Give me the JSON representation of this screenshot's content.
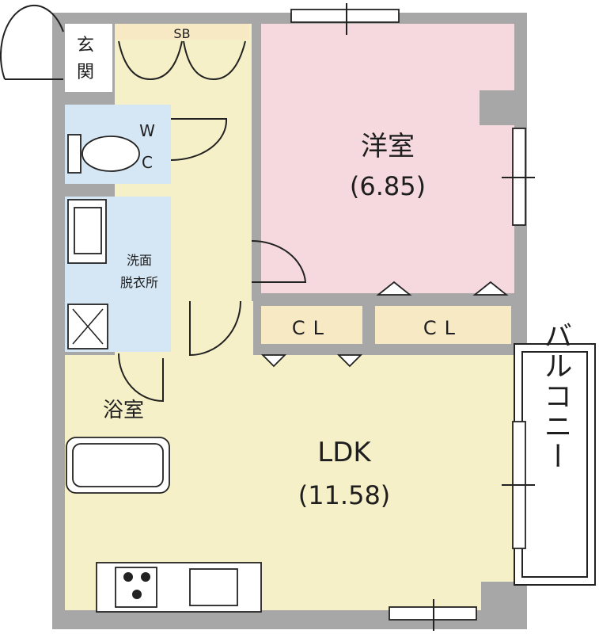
{
  "rooms": {
    "western": {
      "name": "洋室",
      "size": "(6.85)",
      "color": "#f6d9de"
    },
    "ldk": {
      "name": "LDK",
      "size": "(11.58)",
      "color": "#f5f0c7"
    },
    "entrance": {
      "label_line1": "玄",
      "label_line2": "関"
    },
    "shoe_box": {
      "label": "SB"
    },
    "wc": {
      "label_line1": "W",
      "label_line2": "C",
      "color": "#d5e6f4"
    },
    "washroom": {
      "label_line1": "洗面",
      "label_line2": "脱衣所"
    },
    "bath": {
      "label": "浴室"
    },
    "closet_left": {
      "label": "CL"
    },
    "closet_right": {
      "label": "CL"
    },
    "balcony": {
      "label": "バルコニー"
    }
  },
  "colors": {
    "wall": "#a7a7a7",
    "hall": "#f5f0c7",
    "wet": "#d5e6f4",
    "closet": "#f8e9c5"
  }
}
